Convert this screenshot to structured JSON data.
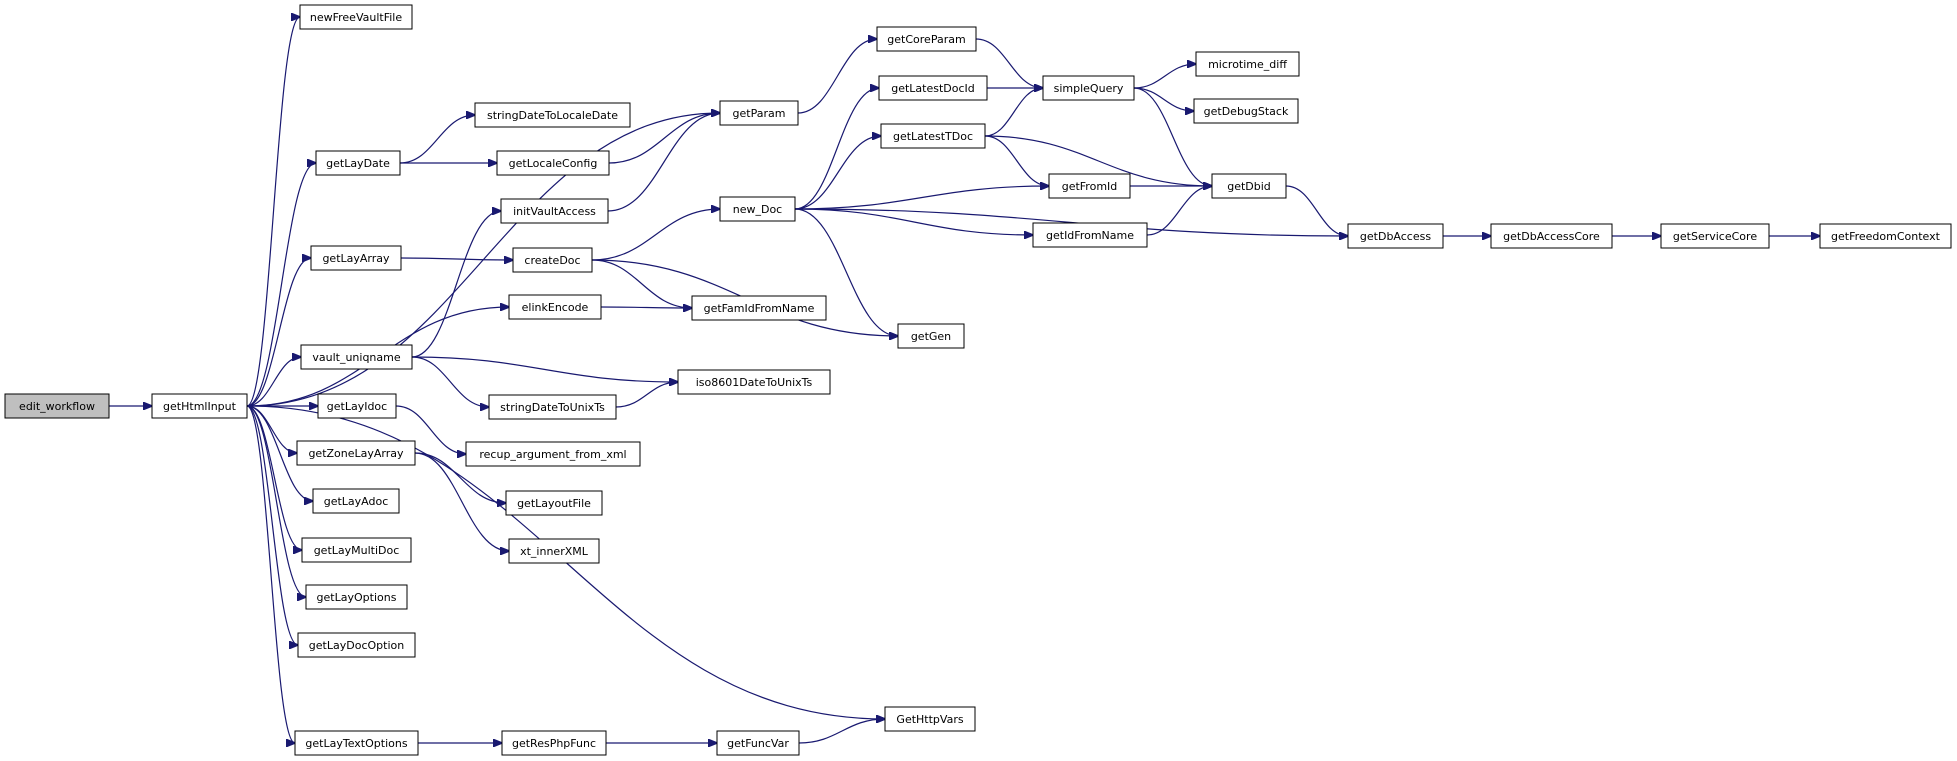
{
  "graph": {
    "root": "edit_workflow",
    "colors": {
      "edge": "#191970",
      "node_border": "#000000",
      "node_fill": "#ffffff",
      "root_fill": "#bfbfbf"
    },
    "nodes": [
      {
        "id": "edit_workflow",
        "label": "edit_workflow"
      },
      {
        "id": "getHtmlInput",
        "label": "getHtmlInput"
      },
      {
        "id": "newFreeVaultFile",
        "label": "newFreeVaultFile"
      },
      {
        "id": "getParam",
        "label": "getParam"
      },
      {
        "id": "getLayDate",
        "label": "getLayDate"
      },
      {
        "id": "stringDateToLocaleDate",
        "label": "stringDateToLocaleDate"
      },
      {
        "id": "getLocaleConfig",
        "label": "getLocaleConfig"
      },
      {
        "id": "initVaultAccess",
        "label": "initVaultAccess"
      },
      {
        "id": "getLayArray",
        "label": "getLayArray"
      },
      {
        "id": "createDoc",
        "label": "createDoc"
      },
      {
        "id": "elinkEncode",
        "label": "elinkEncode"
      },
      {
        "id": "vault_uniqname",
        "label": "vault_uniqname"
      },
      {
        "id": "stringDateToUnixTs",
        "label": "stringDateToUnixTs"
      },
      {
        "id": "getLayIdoc",
        "label": "getLayIdoc"
      },
      {
        "id": "recup_argument_from_xml",
        "label": "recup_argument_from_xml"
      },
      {
        "id": "getZoneLayArray",
        "label": "getZoneLayArray"
      },
      {
        "id": "getLayoutFile",
        "label": "getLayoutFile"
      },
      {
        "id": "xt_innerXML",
        "label": "xt_innerXML"
      },
      {
        "id": "getLayAdoc",
        "label": "getLayAdoc"
      },
      {
        "id": "getLayMultiDoc",
        "label": "getLayMultiDoc"
      },
      {
        "id": "getLayOptions",
        "label": "getLayOptions"
      },
      {
        "id": "getLayDocOption",
        "label": "getLayDocOption"
      },
      {
        "id": "getLayTextOptions",
        "label": "getLayTextOptions"
      },
      {
        "id": "getResPhpFunc",
        "label": "getResPhpFunc"
      },
      {
        "id": "getFuncVar",
        "label": "getFuncVar"
      },
      {
        "id": "GetHttpVars",
        "label": "GetHttpVars"
      },
      {
        "id": "new_Doc",
        "label": "new_Doc"
      },
      {
        "id": "getFamIdFromName",
        "label": "getFamIdFromName"
      },
      {
        "id": "iso8601DateToUnixTs",
        "label": "iso8601DateToUnixTs"
      },
      {
        "id": "getCoreParam",
        "label": "getCoreParam"
      },
      {
        "id": "getLatestDocId",
        "label": "getLatestDocId"
      },
      {
        "id": "getLatestTDoc",
        "label": "getLatestTDoc"
      },
      {
        "id": "getFromId",
        "label": "getFromId"
      },
      {
        "id": "getIdFromName",
        "label": "getIdFromName"
      },
      {
        "id": "getGen",
        "label": "getGen"
      },
      {
        "id": "simpleQuery",
        "label": "simpleQuery"
      },
      {
        "id": "microtime_diff",
        "label": "microtime_diff"
      },
      {
        "id": "getDebugStack",
        "label": "getDebugStack"
      },
      {
        "id": "getDbid",
        "label": "getDbid"
      },
      {
        "id": "getDbAccess",
        "label": "getDbAccess"
      },
      {
        "id": "getDbAccessCore",
        "label": "getDbAccessCore"
      },
      {
        "id": "getServiceCore",
        "label": "getServiceCore"
      },
      {
        "id": "getFreedomContext",
        "label": "getFreedomContext"
      }
    ],
    "edges": [
      [
        "edit_workflow",
        "getHtmlInput"
      ],
      [
        "getHtmlInput",
        "newFreeVaultFile"
      ],
      [
        "getHtmlInput",
        "getParam"
      ],
      [
        "getHtmlInput",
        "getLayDate"
      ],
      [
        "getHtmlInput",
        "getLayArray"
      ],
      [
        "getHtmlInput",
        "elinkEncode"
      ],
      [
        "getHtmlInput",
        "vault_uniqname"
      ],
      [
        "getHtmlInput",
        "getLayIdoc"
      ],
      [
        "getHtmlInput",
        "getZoneLayArray"
      ],
      [
        "getHtmlInput",
        "getLayAdoc"
      ],
      [
        "getHtmlInput",
        "getLayMultiDoc"
      ],
      [
        "getHtmlInput",
        "getLayOptions"
      ],
      [
        "getHtmlInput",
        "getLayDocOption"
      ],
      [
        "getHtmlInput",
        "GetHttpVars"
      ],
      [
        "getHtmlInput",
        "getLayTextOptions"
      ],
      [
        "getLayDate",
        "stringDateToLocaleDate"
      ],
      [
        "getLayDate",
        "getLocaleConfig"
      ],
      [
        "getLocaleConfig",
        "getParam"
      ],
      [
        "initVaultAccess",
        "getParam"
      ],
      [
        "getParam",
        "getCoreParam"
      ],
      [
        "getLayArray",
        "createDoc"
      ],
      [
        "createDoc",
        "new_Doc"
      ],
      [
        "createDoc",
        "getFamIdFromName"
      ],
      [
        "createDoc",
        "getGen"
      ],
      [
        "elinkEncode",
        "getFamIdFromName"
      ],
      [
        "vault_uniqname",
        "initVaultAccess"
      ],
      [
        "vault_uniqname",
        "iso8601DateToUnixTs"
      ],
      [
        "vault_uniqname",
        "stringDateToUnixTs"
      ],
      [
        "stringDateToUnixTs",
        "iso8601DateToUnixTs"
      ],
      [
        "getLayIdoc",
        "recup_argument_from_xml"
      ],
      [
        "getZoneLayArray",
        "getLayoutFile"
      ],
      [
        "getZoneLayArray",
        "xt_innerXML"
      ],
      [
        "getLayTextOptions",
        "getResPhpFunc"
      ],
      [
        "getResPhpFunc",
        "getFuncVar"
      ],
      [
        "getFuncVar",
        "GetHttpVars"
      ],
      [
        "new_Doc",
        "getLatestDocId"
      ],
      [
        "new_Doc",
        "getLatestTDoc"
      ],
      [
        "new_Doc",
        "getFromId"
      ],
      [
        "new_Doc",
        "getIdFromName"
      ],
      [
        "new_Doc",
        "getGen"
      ],
      [
        "new_Doc",
        "getDbAccess"
      ],
      [
        "getCoreParam",
        "simpleQuery"
      ],
      [
        "getLatestDocId",
        "simpleQuery"
      ],
      [
        "getLatestTDoc",
        "simpleQuery"
      ],
      [
        "getLatestTDoc",
        "getFromId"
      ],
      [
        "getLatestTDoc",
        "getDbid"
      ],
      [
        "getFromId",
        "getDbid"
      ],
      [
        "getIdFromName",
        "getDbid"
      ],
      [
        "simpleQuery",
        "microtime_diff"
      ],
      [
        "simpleQuery",
        "getDebugStack"
      ],
      [
        "simpleQuery",
        "getDbid"
      ],
      [
        "getDbid",
        "getDbAccess"
      ],
      [
        "getDbAccess",
        "getDbAccessCore"
      ],
      [
        "getDbAccessCore",
        "getServiceCore"
      ],
      [
        "getServiceCore",
        "getFreedomContext"
      ]
    ]
  }
}
